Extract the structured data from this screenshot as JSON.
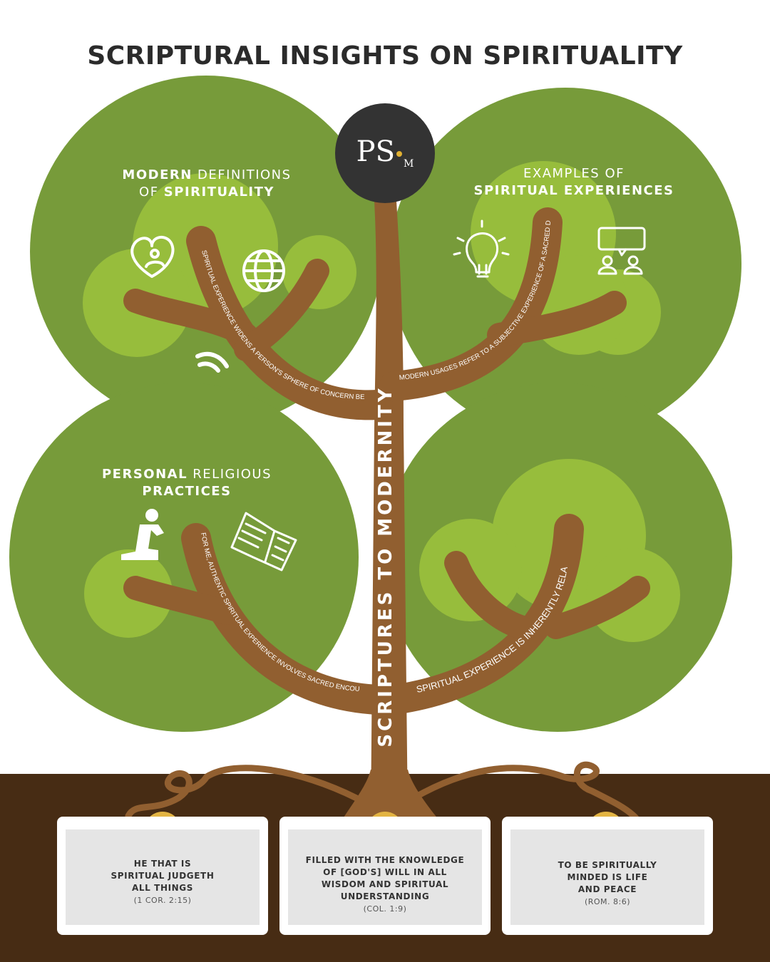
{
  "title": "SCRIPTURAL INSIGHTS ON SPIRITUALITY",
  "logo": {
    "main": "PS",
    "sub": "M"
  },
  "trunk_label": "SCRIPTURES TO MODERNITY",
  "quadrants": {
    "top_left": {
      "bold_1": "MODERN",
      "light_1": " DEFINITIONS",
      "light_2": "OF ",
      "bold_2": "SPIRITUALITY"
    },
    "top_right": {
      "light_1": "EXAMPLES OF",
      "bold_2": "SPIRITUAL EXPERIENCES"
    },
    "bottom_left": {
      "bold_1": "PERSONAL",
      "light_1": " RELIGIOUS",
      "bold_2": "PRACTICES"
    }
  },
  "branch_texts": {
    "top_left": "SPIRITUAL EXPERIENCE WIDENS A PERSON'S SPHERE OF CONCERN BEYOND THE SELF.",
    "top_right": "MODERN USAGES REFER TO A SUBJECTIVE EXPERIENCE OF A SACRED DIMENSION.",
    "bottom_left": "FOR ME, AUTHENTIC SPIRITUAL EXPERIENCE INVOLVES SACRED ENCOUNTERS WITH THE LIVING GOD.",
    "bottom_right": "SPIRITUAL EXPERIENCE IS INHERENTLY RELATIONAL."
  },
  "cards": [
    {
      "lines": [
        "HE THAT IS",
        "SPIRITUAL JUDGETH",
        "ALL THINGS"
      ],
      "ref": "(1 COR. 2:15)",
      "icon": "scales-icon"
    },
    {
      "lines": [
        "FILLED WITH THE KNOWLEDGE",
        "OF [GOD'S] WILL IN ALL",
        "WISDOM AND SPIRITUAL",
        "UNDERSTANDING"
      ],
      "ref": "(COL. 1:9)",
      "icon": "bible-icon"
    },
    {
      "lines": [
        "TO BE SPIRITUALLY",
        "MINDED IS LIFE",
        "AND PEACE"
      ],
      "ref": "(ROM. 8:6)",
      "icon": "dove-icon"
    }
  ],
  "colors": {
    "dark_green": "#779b3a",
    "light_green": "#97bd3c",
    "trunk_brown": "#915f30",
    "soil": "#472c14",
    "gold": "#e3b443",
    "logo_bg": "#333333"
  }
}
